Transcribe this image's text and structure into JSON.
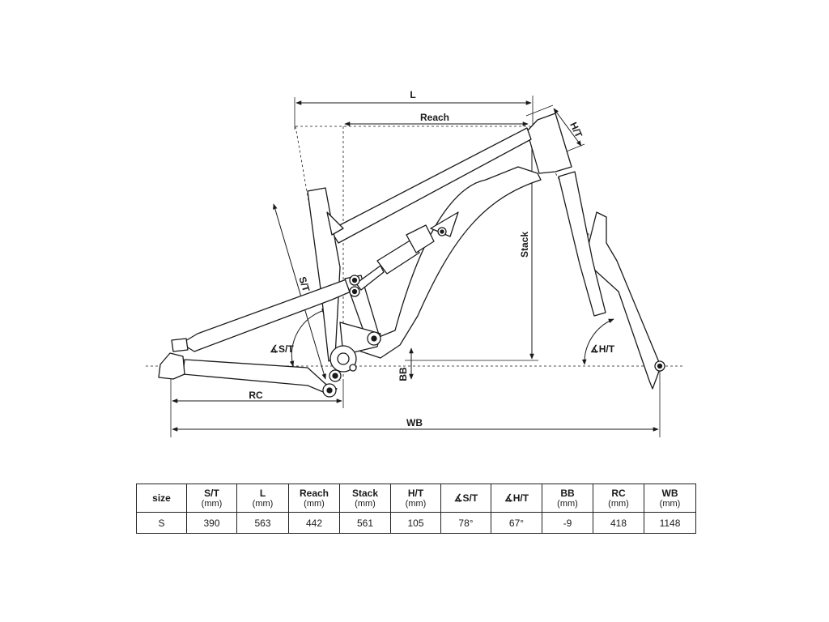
{
  "diagram": {
    "labels": {
      "l": "L",
      "reach": "Reach",
      "ht": "H/T",
      "stack": "Stack",
      "st": "S/T",
      "st_angle": "∡S/T",
      "ht_angle": "∡H/T",
      "bb": "BB",
      "rc": "RC",
      "wb": "WB"
    },
    "colors": {
      "line": "#1a1a1a",
      "frame_fill": "#ffffff"
    }
  },
  "table": {
    "headers": [
      {
        "name": "size",
        "unit": ""
      },
      {
        "name": "S/T",
        "unit": "(mm)"
      },
      {
        "name": "L",
        "unit": "(mm)"
      },
      {
        "name": "Reach",
        "unit": "(mm)"
      },
      {
        "name": "Stack",
        "unit": "(mm)"
      },
      {
        "name": "H/T",
        "unit": "(mm)"
      },
      {
        "name": "∡S/T",
        "unit": ""
      },
      {
        "name": "∡H/T",
        "unit": ""
      },
      {
        "name": "BB",
        "unit": "(mm)"
      },
      {
        "name": "RC",
        "unit": "(mm)"
      },
      {
        "name": "WB",
        "unit": "(mm)"
      }
    ],
    "rows": [
      [
        "S",
        "390",
        "563",
        "442",
        "561",
        "105",
        "78°",
        "67°",
        "-9",
        "418",
        "1148"
      ]
    ]
  }
}
